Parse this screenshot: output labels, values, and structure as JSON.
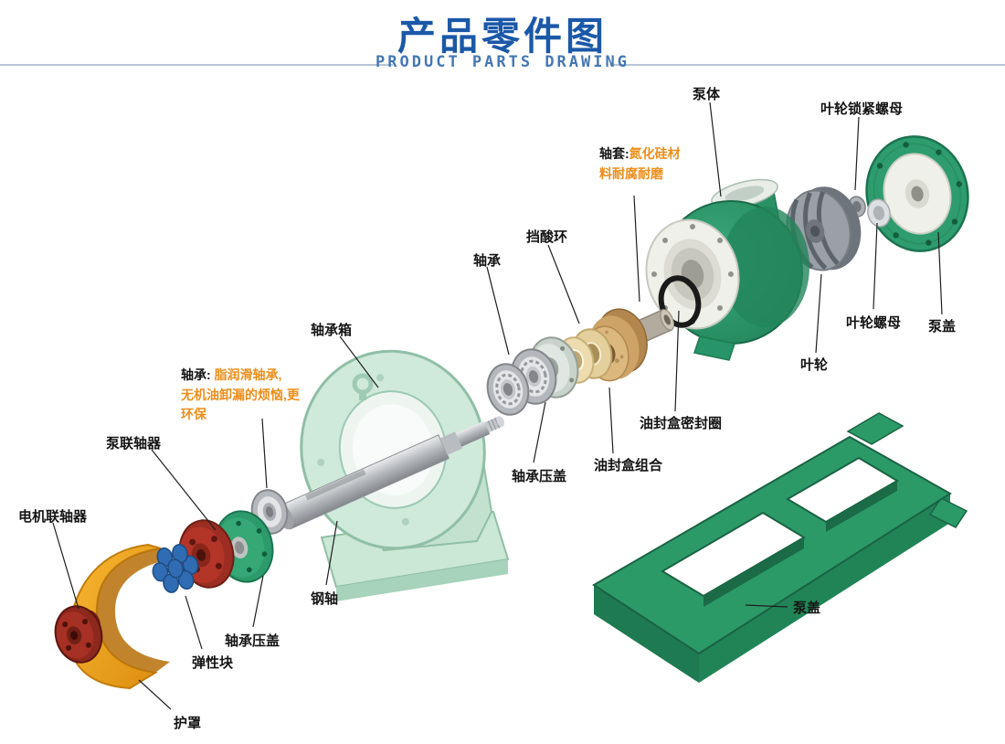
{
  "header": {
    "title": "产品零件图",
    "subtitle": "PRODUCT PARTS DRAWING"
  },
  "labels": {
    "pump_body": "泵体",
    "impeller_lock_nut": "叶轮锁紧螺母",
    "shaft_sleeve_prefix": "轴套:",
    "shaft_sleeve_note_line1": "氮化硅材",
    "shaft_sleeve_note_line2": "料耐腐耐磨",
    "acid_ring": "挡酸环",
    "bearing": "轴承",
    "bearing_box": "轴承箱",
    "bearing_note_prefix": "轴承:",
    "bearing_note_line1": "脂润滑轴承,",
    "bearing_note_line2": "无机油卸漏的烦恼,更",
    "bearing_note_line3": "环保",
    "pump_coupling": "泵联轴器",
    "motor_coupling": "电机联轴器",
    "impeller_nut": "叶轮螺母",
    "pump_cover_right": "泵盖",
    "impeller": "叶轮",
    "oil_seal_ring": "油封盒密封圈",
    "oil_seal_box": "油封盒组合",
    "bearing_gland_front": "轴承压盖",
    "steel_shaft": "钢轴",
    "bearing_gland_rear": "轴承压盖",
    "elastic_block": "弹性块",
    "guard": "护罩",
    "pump_base": "泵盖"
  },
  "colors": {
    "title_blue": "#1b58a8",
    "subtitle_blue": "#4577b4",
    "note_orange": "#ee8e1b",
    "label_black": "#141414",
    "pump_green": "#2e9c6e",
    "guard_orange": "#f5a81f",
    "coupling_red": "#a93226",
    "elastic_blue": "#2f6cb3"
  }
}
